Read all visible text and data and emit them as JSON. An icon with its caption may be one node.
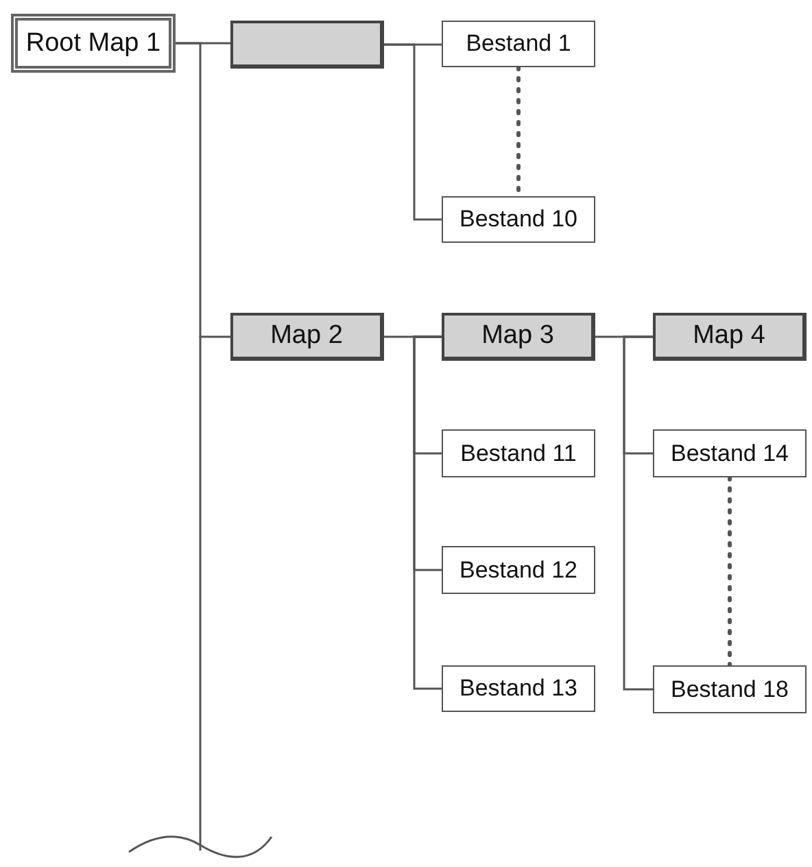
{
  "diagram": {
    "nodes": [
      {
        "text": [
          "Root Map 1"
        ]
      },
      {
        "text": [],
        "shape": "box"
      },
      {
        "text": [
          "Bestand 1"
        ]
      },
      {
        "text": [
          "Bestand 10"
        ]
      },
      {
        "text": [
          "Map 2"
        ]
      },
      {
        "text": [
          "Map 3"
        ]
      },
      {
        "text": [
          "Map 4"
        ]
      },
      {
        "text": [
          "Bestand 11"
        ]
      },
      {
        "text": [
          "Bestand 12"
        ]
      },
      {
        "text": [
          "Bestand 13"
        ]
      },
      {
        "text": [
          "Bestand 14"
        ]
      },
      {
        "text": [
          "Bestand 18"
        ]
      }
    ],
    "edges": [
      {
        "from": 0,
        "to": 1,
        "arrow": "none"
      },
      {
        "from": 0,
        "to": 4,
        "arrow": "none"
      },
      {
        "from": 1,
        "to": 2,
        "arrow": "none"
      },
      {
        "from": 1,
        "to": 3,
        "arrow": "none"
      },
      {
        "from": 2,
        "to": 3,
        "arrow": "none",
        "style": "dashed"
      },
      {
        "from": 4,
        "to": 5,
        "arrow": "none"
      },
      {
        "from": 5,
        "to": 6,
        "arrow": "none"
      },
      {
        "from": 5,
        "to": 7,
        "arrow": "none"
      },
      {
        "from": 5,
        "to": 8,
        "arrow": "none"
      },
      {
        "from": 5,
        "to": 9,
        "arrow": "none"
      },
      {
        "from": 6,
        "to": 10,
        "arrow": "none"
      },
      {
        "from": 6,
        "to": 11,
        "arrow": "none"
      },
      {
        "from": 10,
        "to": 11,
        "arrow": "none",
        "style": "dashed"
      }
    ]
  }
}
